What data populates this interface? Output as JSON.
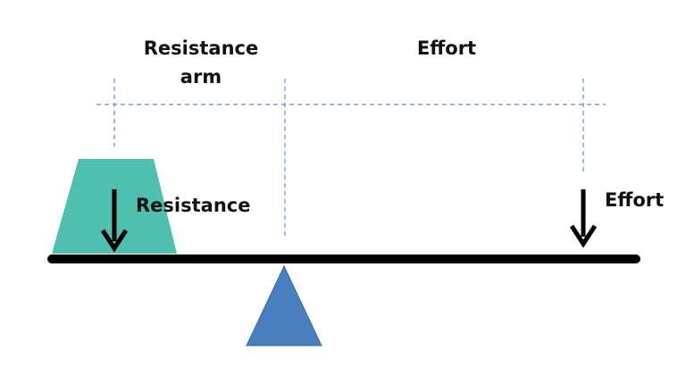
{
  "diagram": {
    "title_resistance_arm_line1": "Resistance",
    "title_resistance_arm_line2": "arm",
    "title_effort_arm": "Effort",
    "resistance_label": "Resistance",
    "effort_label": "Effort",
    "colors": {
      "load": "#4fbfb0",
      "fulcrum": "#4a7fbf",
      "lever": "#000000",
      "guide": "#7a9ccf",
      "arrow": "#000000"
    },
    "icons": {
      "load": "trapezoid-weight",
      "fulcrum": "triangle-pivot",
      "force": "down-arrow"
    }
  }
}
